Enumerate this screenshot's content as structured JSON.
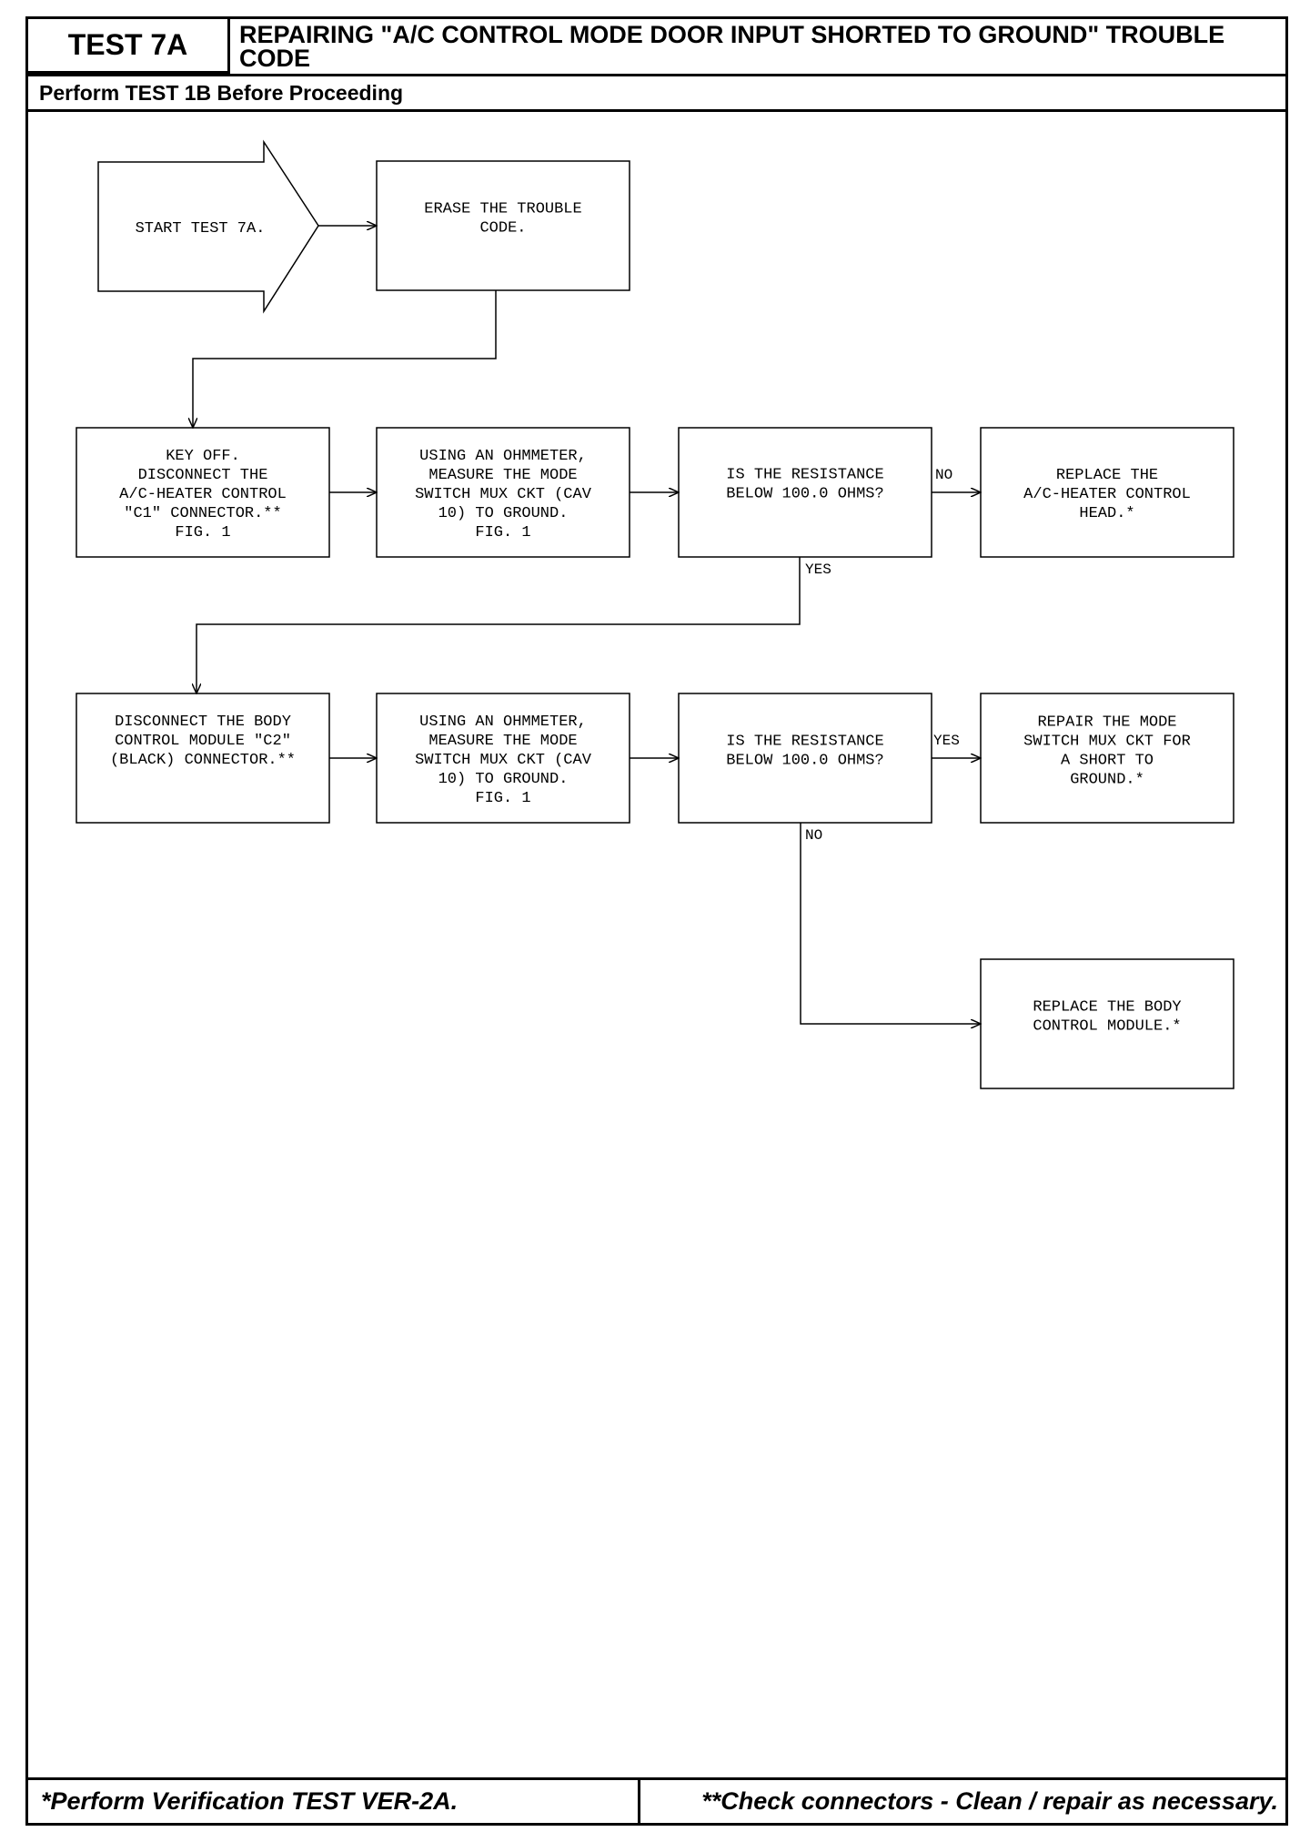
{
  "header": {
    "test_id": "TEST 7A",
    "title_line1": "REPAIRING \"A/C CONTROL MODE DOOR INPUT SHORTED TO GROUND\" TROUBLE",
    "title_line2": "CODE",
    "subtitle": "Perform TEST 1B Before Proceeding"
  },
  "flowchart": {
    "start": [
      "START TEST 7A."
    ],
    "erase": [
      "ERASE THE TROUBLE",
      "CODE."
    ],
    "key_off": [
      "KEY OFF.",
      "DISCONNECT THE",
      "A/C-HEATER CONTROL",
      "\"C1\" CONNECTOR.**",
      "FIG. 1"
    ],
    "measure1": [
      "USING AN OHMMETER,",
      "MEASURE THE MODE",
      "SWITCH MUX CKT (CAV",
      "10) TO GROUND.",
      "FIG. 1"
    ],
    "question1": [
      "IS THE RESISTANCE",
      "BELOW 100.0 OHMS?"
    ],
    "replace_head": [
      "REPLACE THE",
      "A/C-HEATER CONTROL",
      "HEAD.*"
    ],
    "disconnect_bcm": [
      "DISCONNECT THE BODY",
      "CONTROL MODULE \"C2\"",
      "(BLACK) CONNECTOR.**"
    ],
    "measure2": [
      "USING AN OHMMETER,",
      "MEASURE THE MODE",
      "SWITCH MUX CKT (CAV",
      "10) TO GROUND.",
      "FIG. 1"
    ],
    "question2": [
      "IS THE RESISTANCE",
      "BELOW 100.0 OHMS?"
    ],
    "repair_short": [
      "REPAIR THE MODE",
      "SWITCH MUX CKT FOR",
      "A SHORT TO",
      "GROUND.*"
    ],
    "replace_bcm": [
      "REPLACE THE BODY",
      "CONTROL MODULE.*"
    ],
    "labels": {
      "q1_no": "NO",
      "q1_yes": "YES",
      "q2_yes": "YES",
      "q2_no": "NO"
    }
  },
  "footer": {
    "left": "*Perform Verification TEST VER-2A.",
    "right": "**Check connectors - Clean / repair as necessary."
  }
}
